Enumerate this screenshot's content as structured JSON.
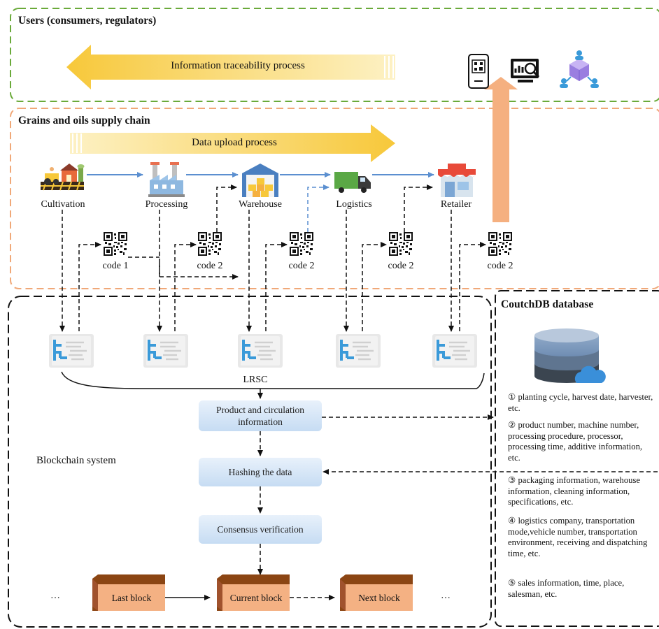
{
  "panels": {
    "users_title": "Users (consumers, regulators)",
    "supply_title": "Grains and oils supply chain",
    "db_title": "CoutchDB database",
    "blockchain_label": "Blockchain system"
  },
  "arrows": {
    "traceability": "Information traceability process",
    "upload": "Data upload process"
  },
  "stages": [
    {
      "name": "Cultivation",
      "icon": "farm-icon"
    },
    {
      "name": "Processing",
      "icon": "factory-icon"
    },
    {
      "name": "Warehouse",
      "icon": "warehouse-icon"
    },
    {
      "name": "Logistics",
      "icon": "truck-icon"
    },
    {
      "name": "Retailer",
      "icon": "shop-icon"
    }
  ],
  "codes": [
    "code 1",
    "code 2",
    "code 2",
    "code 2",
    "code 2"
  ],
  "lrsc_label": "LRSC",
  "flow": {
    "product_info": "Product and circulation information",
    "hashing": "Hashing the data",
    "consensus": "Consensus verification"
  },
  "blocks": {
    "ellipsis": "…",
    "last": "Last block",
    "current": "Current block",
    "next": "Next block"
  },
  "db_items": [
    "① planting cycle, harvest date, harvester, etc.",
    "② product number, machine number, processing procedure, processor, processing time, additive information, etc.",
    "③ packaging information, warehouse information, cleaning information, specifications, etc.",
    "④ logistics company, transportation mode,vehicle number, transportation environment, receiving and dispatching time, etc.",
    "⑤ sales information, time, place, salesman, etc."
  ],
  "user_icons": [
    "phone-scan-icon",
    "monitor-search-icon",
    "network-users-icon"
  ],
  "colors": {
    "users_border": "#6aaa3a",
    "supply_border": "#f0a878",
    "yellow_arrow": "#f7c83a",
    "orange_arrow": "#f5b080",
    "blue_arrow": "#5b8fd0",
    "block_face": "#f4b183",
    "flowbox": "#cfe1f5"
  }
}
